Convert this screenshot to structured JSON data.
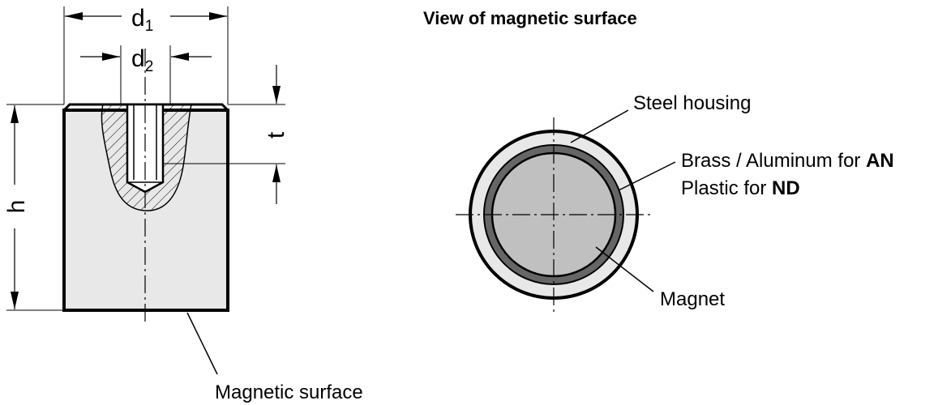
{
  "left_view": {
    "dim_d1": "d",
    "dim_d1_sub": "1",
    "dim_d2": "d",
    "dim_d2_sub": "2",
    "dim_t": "t",
    "dim_h": "h",
    "label_magnetic_surface": "Magnetic surface"
  },
  "right_view": {
    "title": "View of magnetic surface",
    "label_steel_housing": "Steel housing",
    "label_brass_prefix": "Brass / Aluminum for ",
    "label_brass_bold": "AN",
    "label_plastic_prefix": "Plastic for ",
    "label_plastic_bold": "ND",
    "label_magnet": "Magnet"
  },
  "colors": {
    "housing_fill": "#e8e8e8",
    "magnet_fill": "#c0c0c0",
    "ring_fill": "#666666",
    "outline": "#000000"
  }
}
